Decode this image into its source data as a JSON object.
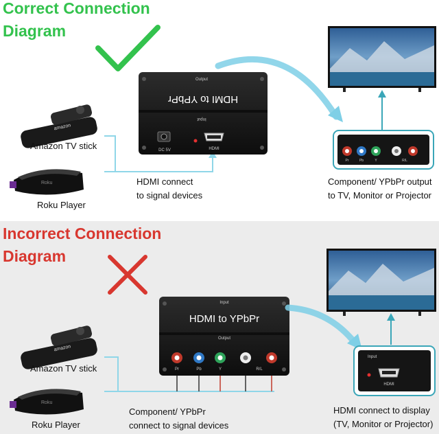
{
  "correct": {
    "title_line1": "Correct Connection",
    "title_line2": "Diagram",
    "device1": "Amazon TV stick",
    "device2": "Roku Player",
    "hdmi_label_line1": "HDMI connect",
    "hdmi_label_line2": "to signal devices",
    "output_label_line1": "Component/ YPbPr output",
    "output_label_line2": "to TV, Monitor or Projector",
    "box_text": "HDMI to YPbPr",
    "box_top_label": "Output",
    "box_bottom_label": "Input",
    "dc_label": "DC 5V",
    "hdmi_port_label": "HDMI",
    "rca_labels": [
      "Pr",
      "Pb",
      "Y",
      "R/L"
    ],
    "stick_brand": "amazon",
    "roku_brand": "Roku"
  },
  "incorrect": {
    "title_line1": "Incorrect Connection",
    "title_line2": "Diagram",
    "device1": "Amazon TV stick",
    "device2": "Roku Player",
    "comp_label_line1": "Component/ YPbPr",
    "comp_label_line2": "connect to signal devices",
    "hdmi_label_line1": "HDMI connect to display",
    "hdmi_label_line2": "(TV, Monitor or Projector)",
    "box_text": "HDMI to YPbPr",
    "box_top_label": "Input",
    "box_bottom_label": "Output",
    "hdmi_port_label": "HDMI",
    "rca_labels": [
      "Pr",
      "Pb",
      "Y",
      "R/L"
    ],
    "stick_brand": "amazon",
    "roku_brand": "Roku"
  },
  "colors": {
    "correct": "#33c24d",
    "incorrect": "#d8372f",
    "connector": "#8fd6e8",
    "arrow": "#7ecfe6",
    "callout_border": "#3aa6b8"
  }
}
